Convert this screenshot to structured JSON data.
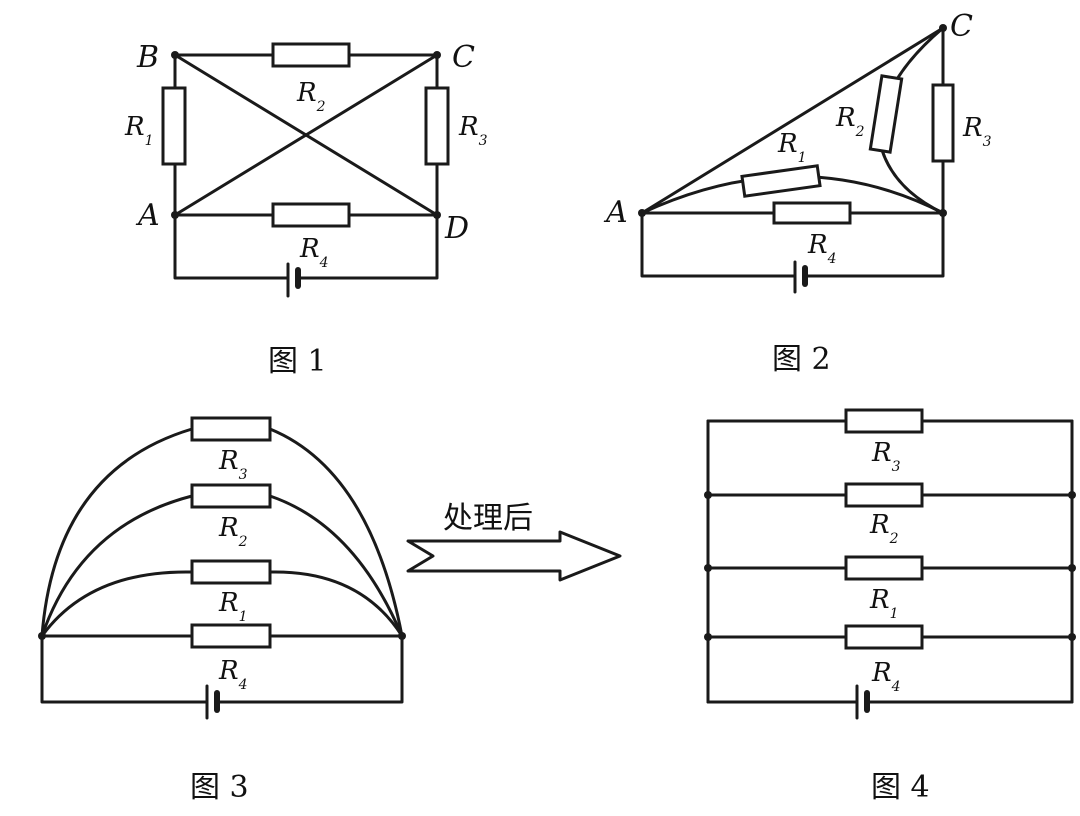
{
  "nodes": {
    "A": "A",
    "B": "B",
    "C": "C",
    "D": "D"
  },
  "resistors": {
    "R1": "R",
    "R2": "R",
    "R3": "R",
    "R4": "R"
  },
  "subscripts": {
    "1": "1",
    "2": "2",
    "3": "3",
    "4": "4"
  },
  "figures": {
    "fig1": "图 1",
    "fig2": "图 2",
    "fig3": "图 3",
    "fig4": "图 4"
  },
  "arrow_label": "处理后"
}
